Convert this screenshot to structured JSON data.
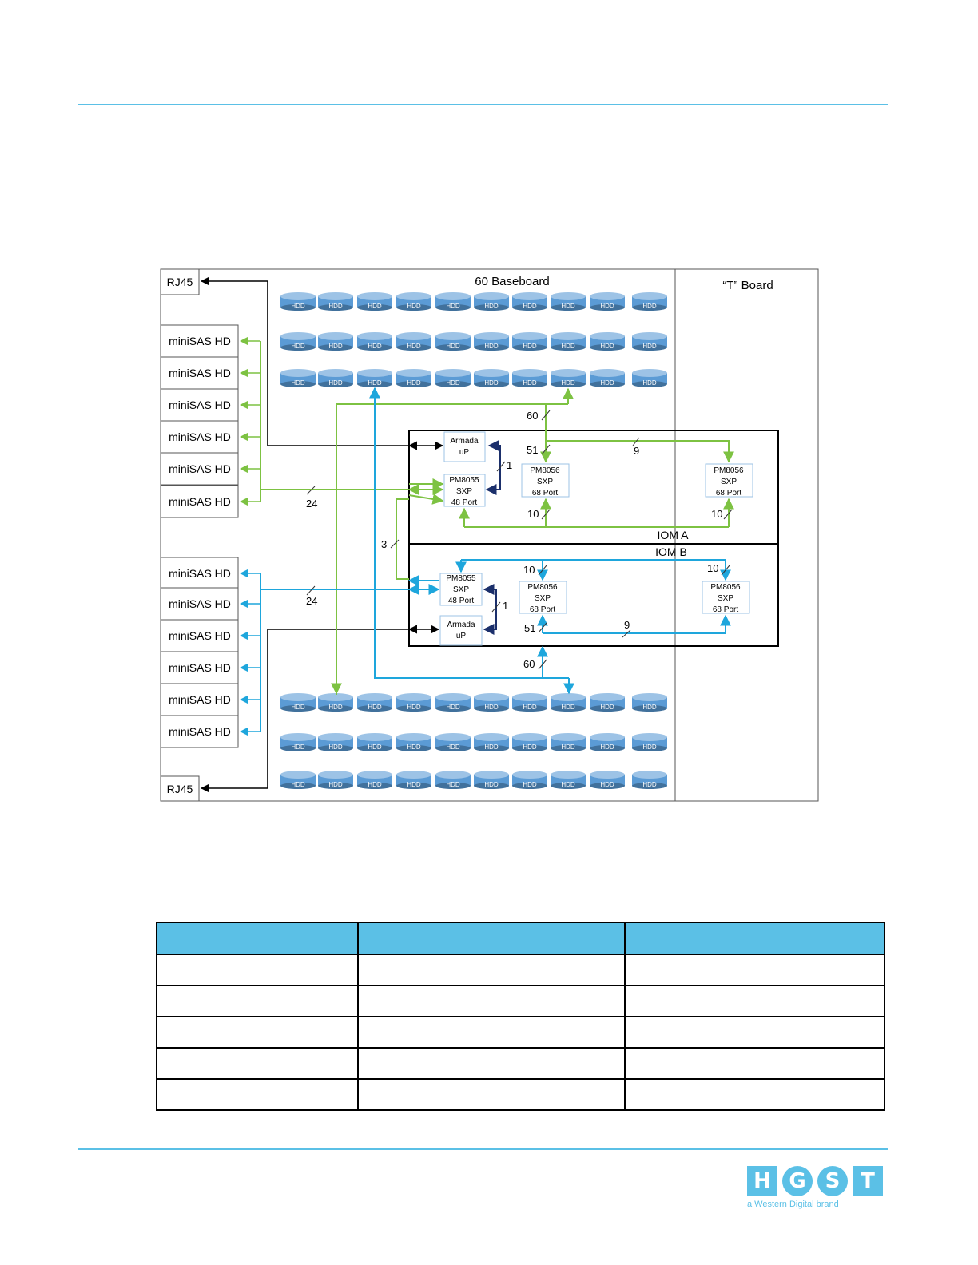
{
  "diagram": {
    "baseboard_title": "60 Baseboard",
    "tboard_title": "“T” Board",
    "rj45_label": "RJ45",
    "minisas_label": "miniSAS HD",
    "hdd_label": "HDD",
    "iom_a_label": "IOM A",
    "iom_b_label": "IOM B",
    "armada_line1": "Armada",
    "armada_line2": "uP",
    "sxp_line2": "SXP",
    "pm8055_line1": "PM8055",
    "pm8055_line3": "48 Port",
    "pm8056_line1": "PM8056",
    "pm8056_line3": "68 Port",
    "counts": {
      "a_60": "60",
      "a_51": "51",
      "a_9": "9",
      "a_1": "1",
      "a_10_left": "10",
      "a_10_right": "10",
      "a_24": "24",
      "mid_3": "3",
      "b_10_left": "10",
      "b_10_right": "10",
      "b_1": "1",
      "b_51": "51",
      "b_9": "9",
      "b_60": "60",
      "b_24": "24"
    },
    "colors": {
      "iom_a_link": "#7dc242",
      "iom_b_link": "#1ea6dc",
      "mgmt_link": "#000000",
      "internal_link": "#1b2f6b",
      "hdd_fill": "#5b9bd5"
    }
  },
  "table": {
    "columns": 3,
    "header": [
      "",
      "",
      ""
    ],
    "rows": [
      [
        "",
        "",
        ""
      ],
      [
        "",
        "",
        ""
      ],
      [
        "",
        "",
        ""
      ],
      [
        "",
        "",
        ""
      ],
      [
        "",
        "",
        ""
      ]
    ]
  },
  "footer": {
    "logo_letters": [
      "H",
      "G",
      "S",
      "T"
    ],
    "tagline": "a Western Digital brand",
    "brand_color": "#5bc0e6"
  }
}
